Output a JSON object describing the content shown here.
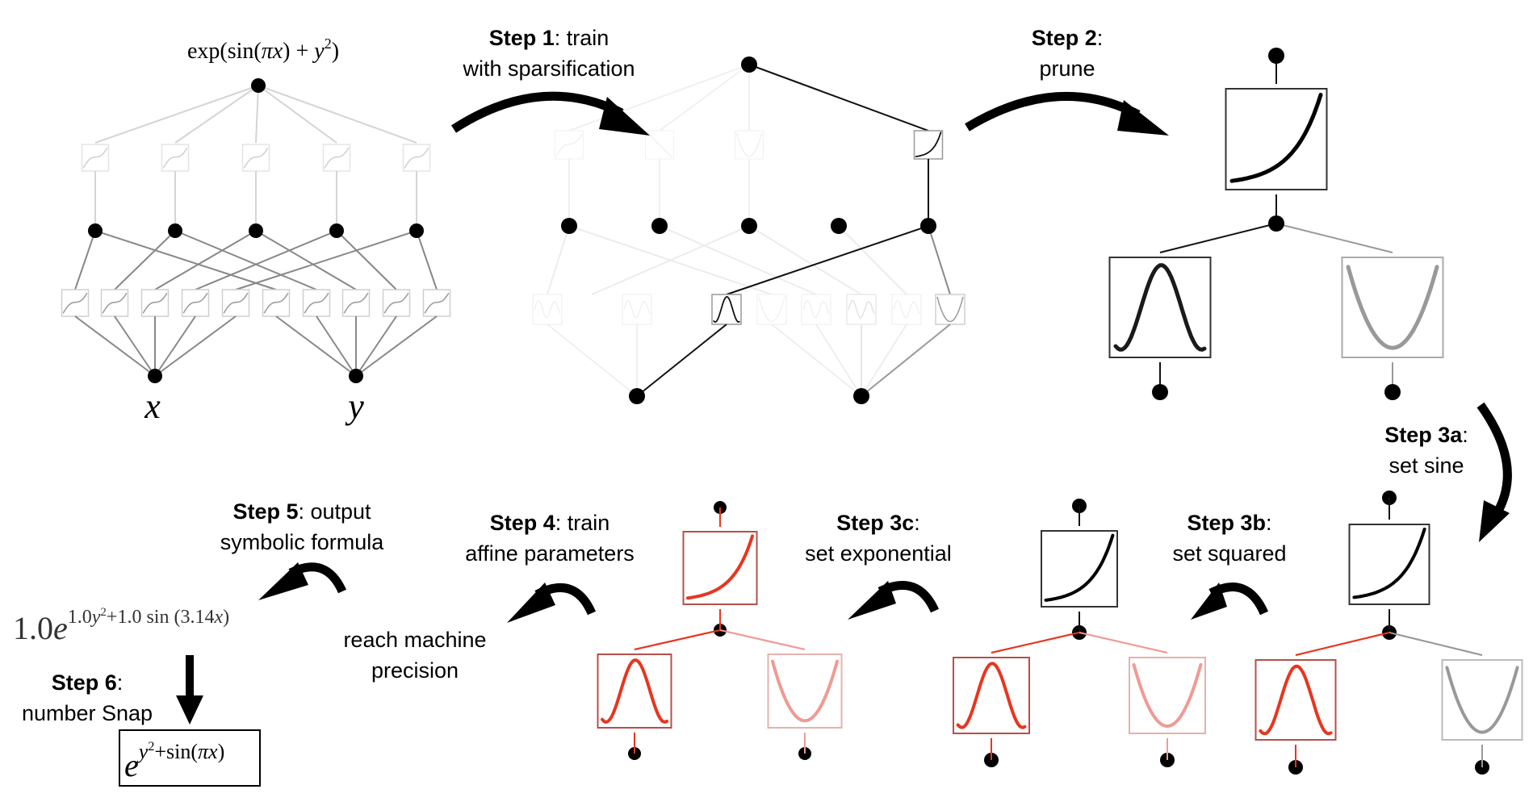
{
  "title_formula": {
    "prefix": "exp(sin(",
    "pi_x": "πx",
    "middle": ") + ",
    "y": "y",
    "sup": "2",
    "suffix": ")"
  },
  "input_labels": [
    "x",
    "y"
  ],
  "steps": {
    "step1": {
      "bold": "Step 1",
      "rest": ": train",
      "line2": "with sparsification"
    },
    "step2": {
      "bold": "Step 2",
      "rest": ":",
      "line2": "prune"
    },
    "step3a": {
      "bold": "Step 3a",
      "rest": ":",
      "line2": "set sine"
    },
    "step3b": {
      "bold": "Step 3b",
      "rest": ":",
      "line2": "set squared"
    },
    "step3c": {
      "bold": "Step 3c",
      "rest": ":",
      "line2": "set exponential"
    },
    "step4": {
      "bold": "Step 4",
      "rest": ": train",
      "line2": "affine parameters"
    },
    "step4_note": {
      "line1": "reach machine",
      "line2": "precision"
    },
    "step5": {
      "bold": "Step 5",
      "rest": ": output",
      "line2": "symbolic formula"
    },
    "step6": {
      "bold": "Step 6",
      "rest": ":",
      "line2": "number Snap"
    }
  },
  "numeric_formula": {
    "coef": "1.0",
    "e": "e",
    "exp_part1": "1.0",
    "exp_y": "y",
    "exp_sup": "2",
    "exp_part2": "+1.0 sin (3.14",
    "exp_x": "x",
    "exp_close": ")"
  },
  "snapped_formula": {
    "e": "e",
    "y": "y",
    "sup": "2",
    "rest": "+sin(",
    "pi_x": "πx",
    "close": ")"
  },
  "colors": {
    "node": "#000000",
    "active": "#111111",
    "faint": "#e6e6e6",
    "mid": "#8a8a8a",
    "gray_curve": "#999999",
    "gray_box": "#bbbbbb",
    "red_curve": "#e8351f",
    "red_box": "#b5504a",
    "red_edge": "#e8351f",
    "pink_curve": "#f09a94",
    "pink_box": "#e6b2ae",
    "pink_edge": "#f09a94"
  },
  "networks": {
    "initial": {
      "layers": [
        2,
        10,
        5,
        5,
        1
      ],
      "activation_shape": "monotone-increasing"
    },
    "sparsified": {
      "active_path": [
        "sine",
        "parabola",
        "exponential"
      ]
    },
    "pruned": {
      "functions": [
        "exponential",
        "sine",
        "parabola"
      ],
      "states": [
        "black",
        "black",
        "gray"
      ]
    },
    "after_3a": {
      "functions": [
        "exponential",
        "sine",
        "parabola"
      ],
      "states": [
        "black",
        "red",
        "gray"
      ]
    },
    "after_3b": {
      "functions": [
        "exponential",
        "sine",
        "parabola"
      ],
      "states": [
        "black",
        "red",
        "pink"
      ]
    },
    "after_3c": {
      "functions": [
        "exponential",
        "sine",
        "parabola"
      ],
      "states": [
        "red",
        "red",
        "pink"
      ]
    }
  }
}
